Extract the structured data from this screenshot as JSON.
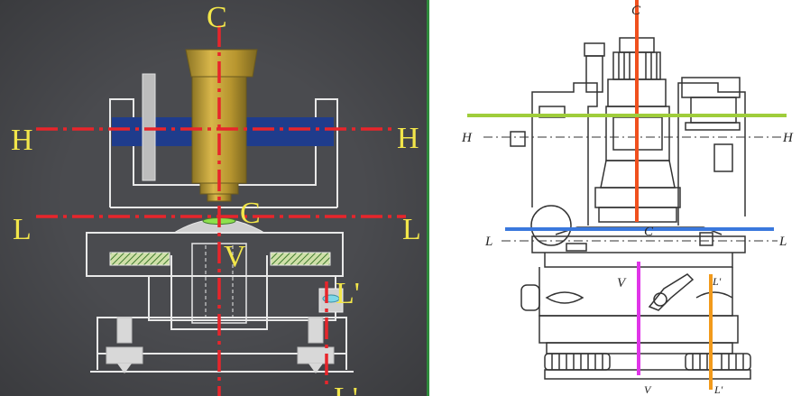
{
  "left_panel": {
    "labels": {
      "c_top": "C",
      "h_left": "H",
      "h_right": "H",
      "c_mid": "C",
      "l_left": "L",
      "l_right": "L",
      "v": "V",
      "l_prime": "L'",
      "l_prime_bottom": "L'"
    },
    "colors": {
      "background": "#4a4b4f",
      "axis_line": "#e8252b",
      "telescope": "#c8a332",
      "plate": "#1f3c8c",
      "text": "#f2e64a"
    }
  },
  "right_panel": {
    "labels": {
      "c_top": "C",
      "h_left": "H",
      "h_right": "H",
      "c_mid": "C",
      "l_left": "L",
      "l_right": "L",
      "v": "V",
      "v_bottom": "V",
      "l_prime": "L'",
      "l_prime_bottom": "L'"
    },
    "colors": {
      "vertical_axis": "#f0501e",
      "horizontal_axis": "#9fcd3b",
      "level_axis": "#3a78dd",
      "v_axis": "#e034e8",
      "l_prime_axis": "#f29a1c",
      "outline": "#333333"
    }
  }
}
